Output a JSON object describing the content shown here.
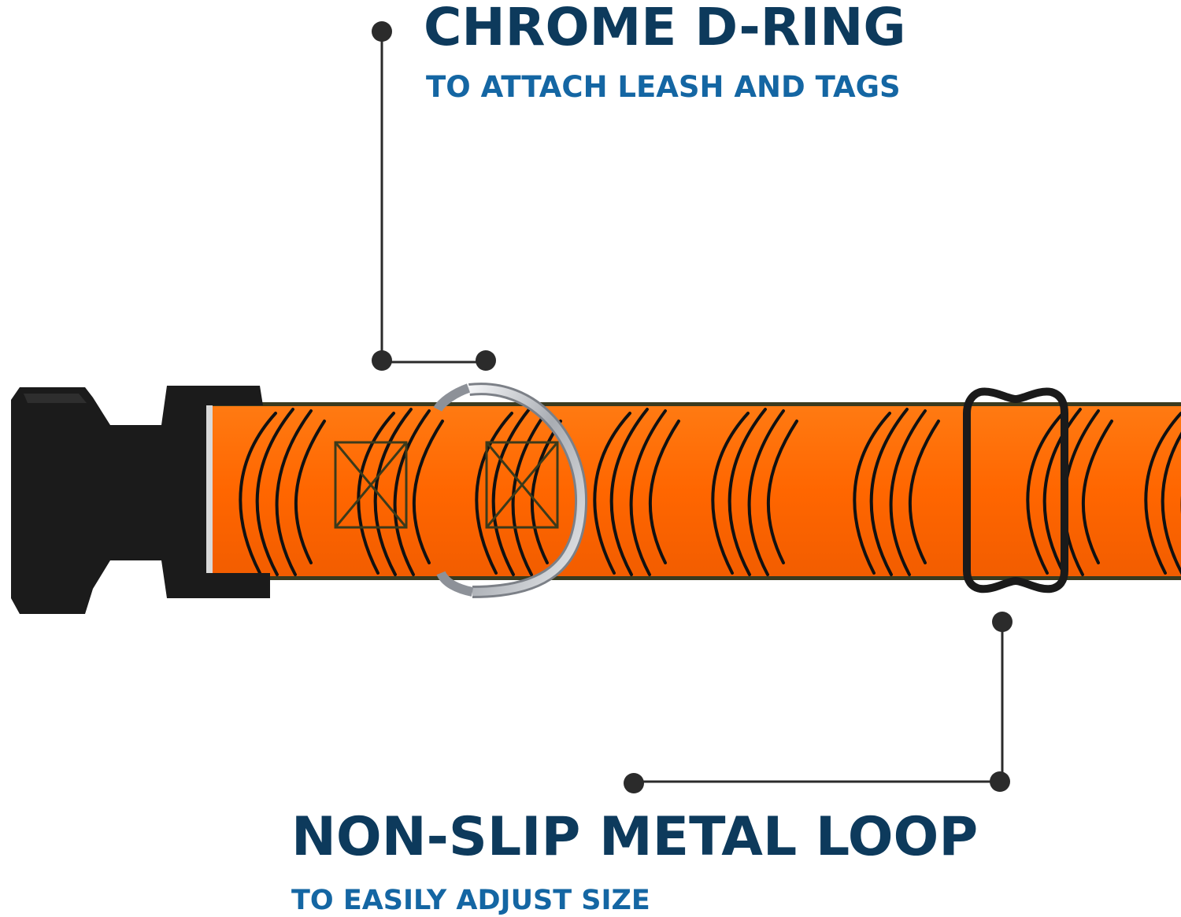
{
  "callouts": {
    "top": {
      "title": "CHROME D-RING",
      "subtitle": "TO ATTACH LEASH AND TAGS"
    },
    "bottom": {
      "title": "NON-SLIP METAL LOOP",
      "subtitle": "TO EASILY ADJUST SIZE"
    }
  },
  "colors": {
    "title": "#0d3a5c",
    "subtitle": "#1466a3",
    "strap": "#ff6a00",
    "buckle": "#1a1a1a",
    "ring": "#c9ccd1",
    "leader": "#2b2b2b"
  },
  "icons": [
    "buckle-icon",
    "d-ring-icon",
    "slider-loop-icon"
  ]
}
